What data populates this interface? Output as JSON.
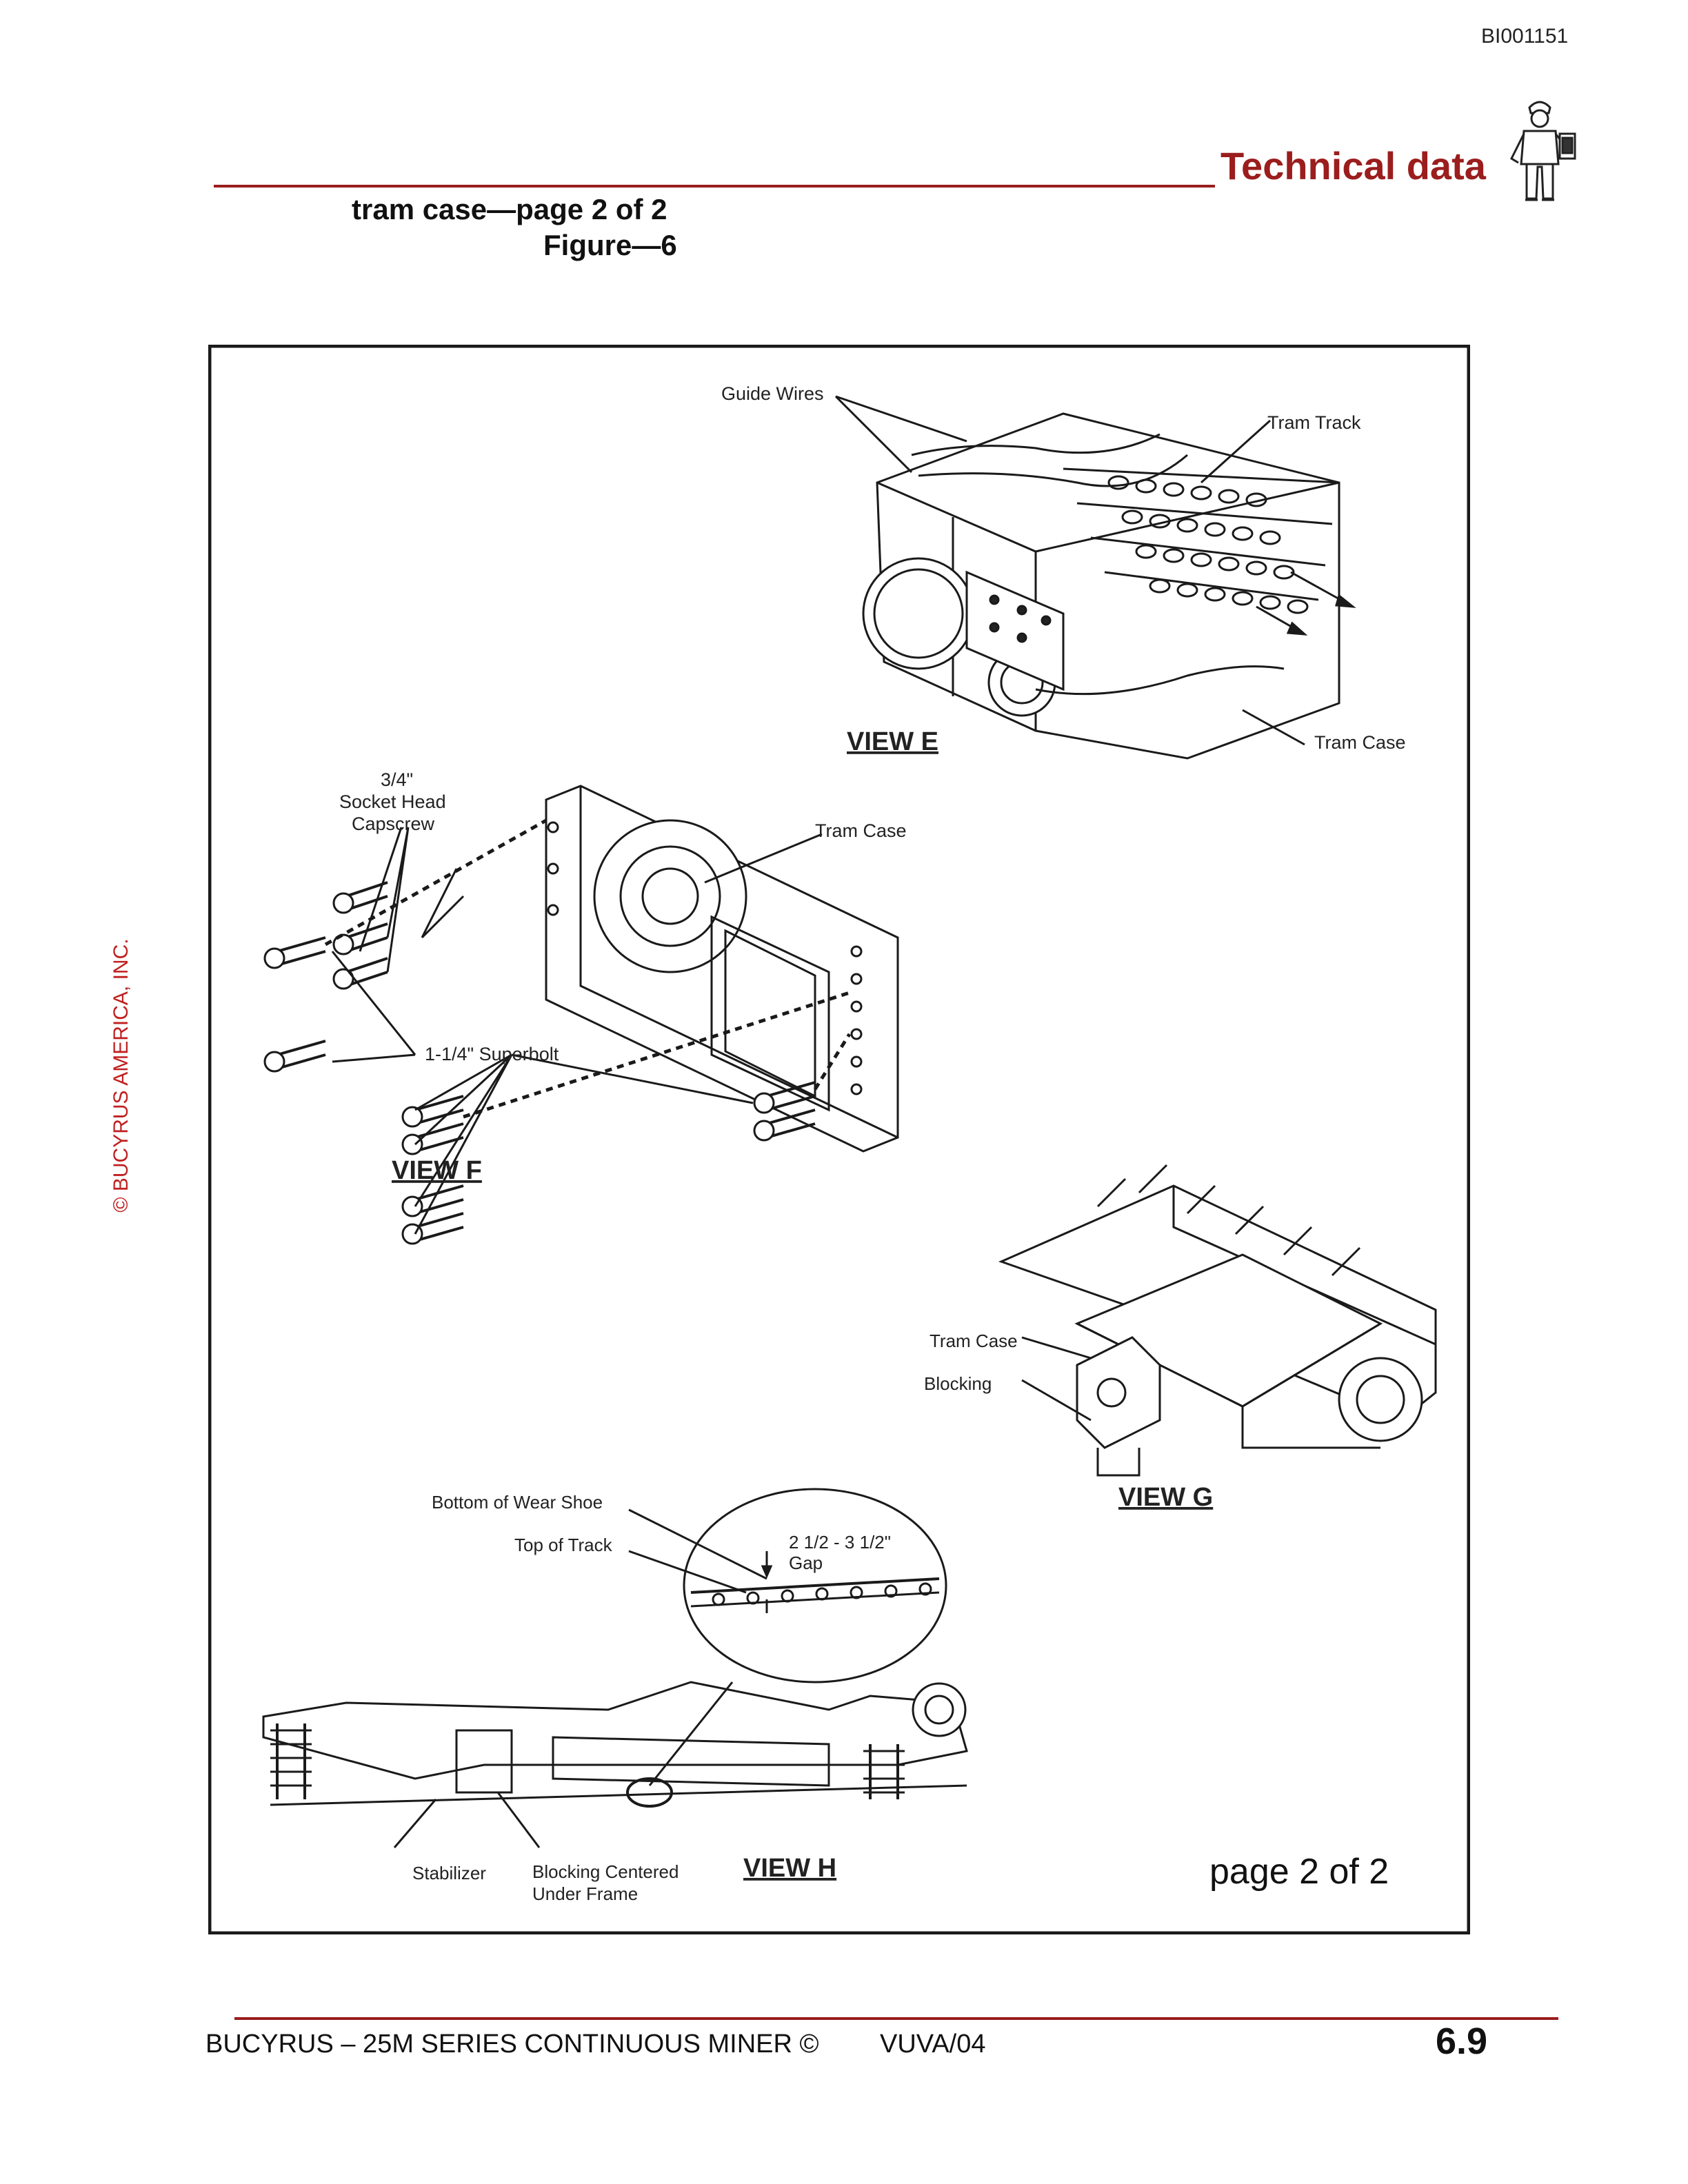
{
  "document": {
    "doc_id": "BI001151",
    "section_title": "Technical data",
    "caption_line_1": "tram case—page 2 of 2",
    "caption_line_2": "Figure—6",
    "side_copyright": "© BUCYRUS AMERICA, INC."
  },
  "figure": {
    "view_e": {
      "title": "VIEW E",
      "labels": {
        "guide_wires": "Guide Wires",
        "tram_track": "Tram Track",
        "tram_case": "Tram Case"
      }
    },
    "view_f": {
      "title": "VIEW F",
      "labels": {
        "capscrew_line_1": "3/4\"",
        "capscrew_line_2": "Socket Head",
        "capscrew_line_3": "Capscrew",
        "tram_case": "Tram Case",
        "superbolt": "1-1/4\" Superbolt"
      }
    },
    "view_g": {
      "title": "VIEW G",
      "labels": {
        "tram_case": "Tram Case",
        "blocking": "Blocking"
      }
    },
    "view_h": {
      "title": "VIEW H",
      "labels": {
        "wear_shoe": "Bottom of Wear Shoe",
        "top_of_track": "Top of Track",
        "gap_line_1": "2 1/2 - 3 1/2\"",
        "gap_line_2": "Gap",
        "stabilizer": "Stabilizer",
        "blocking_line_1": "Blocking Centered",
        "blocking_line_2": "Under Frame"
      }
    },
    "page_label": "page 2 of 2"
  },
  "footer": {
    "text": "BUCYRUS – 25M SERIES CONTINUOUS MINER ©",
    "code": "VUVA/04",
    "page_number": "6.9"
  },
  "colors": {
    "accent": "#9b1d1d",
    "copyright_red": "#c02020"
  },
  "icons": [
    "technician-clipboard-icon"
  ]
}
